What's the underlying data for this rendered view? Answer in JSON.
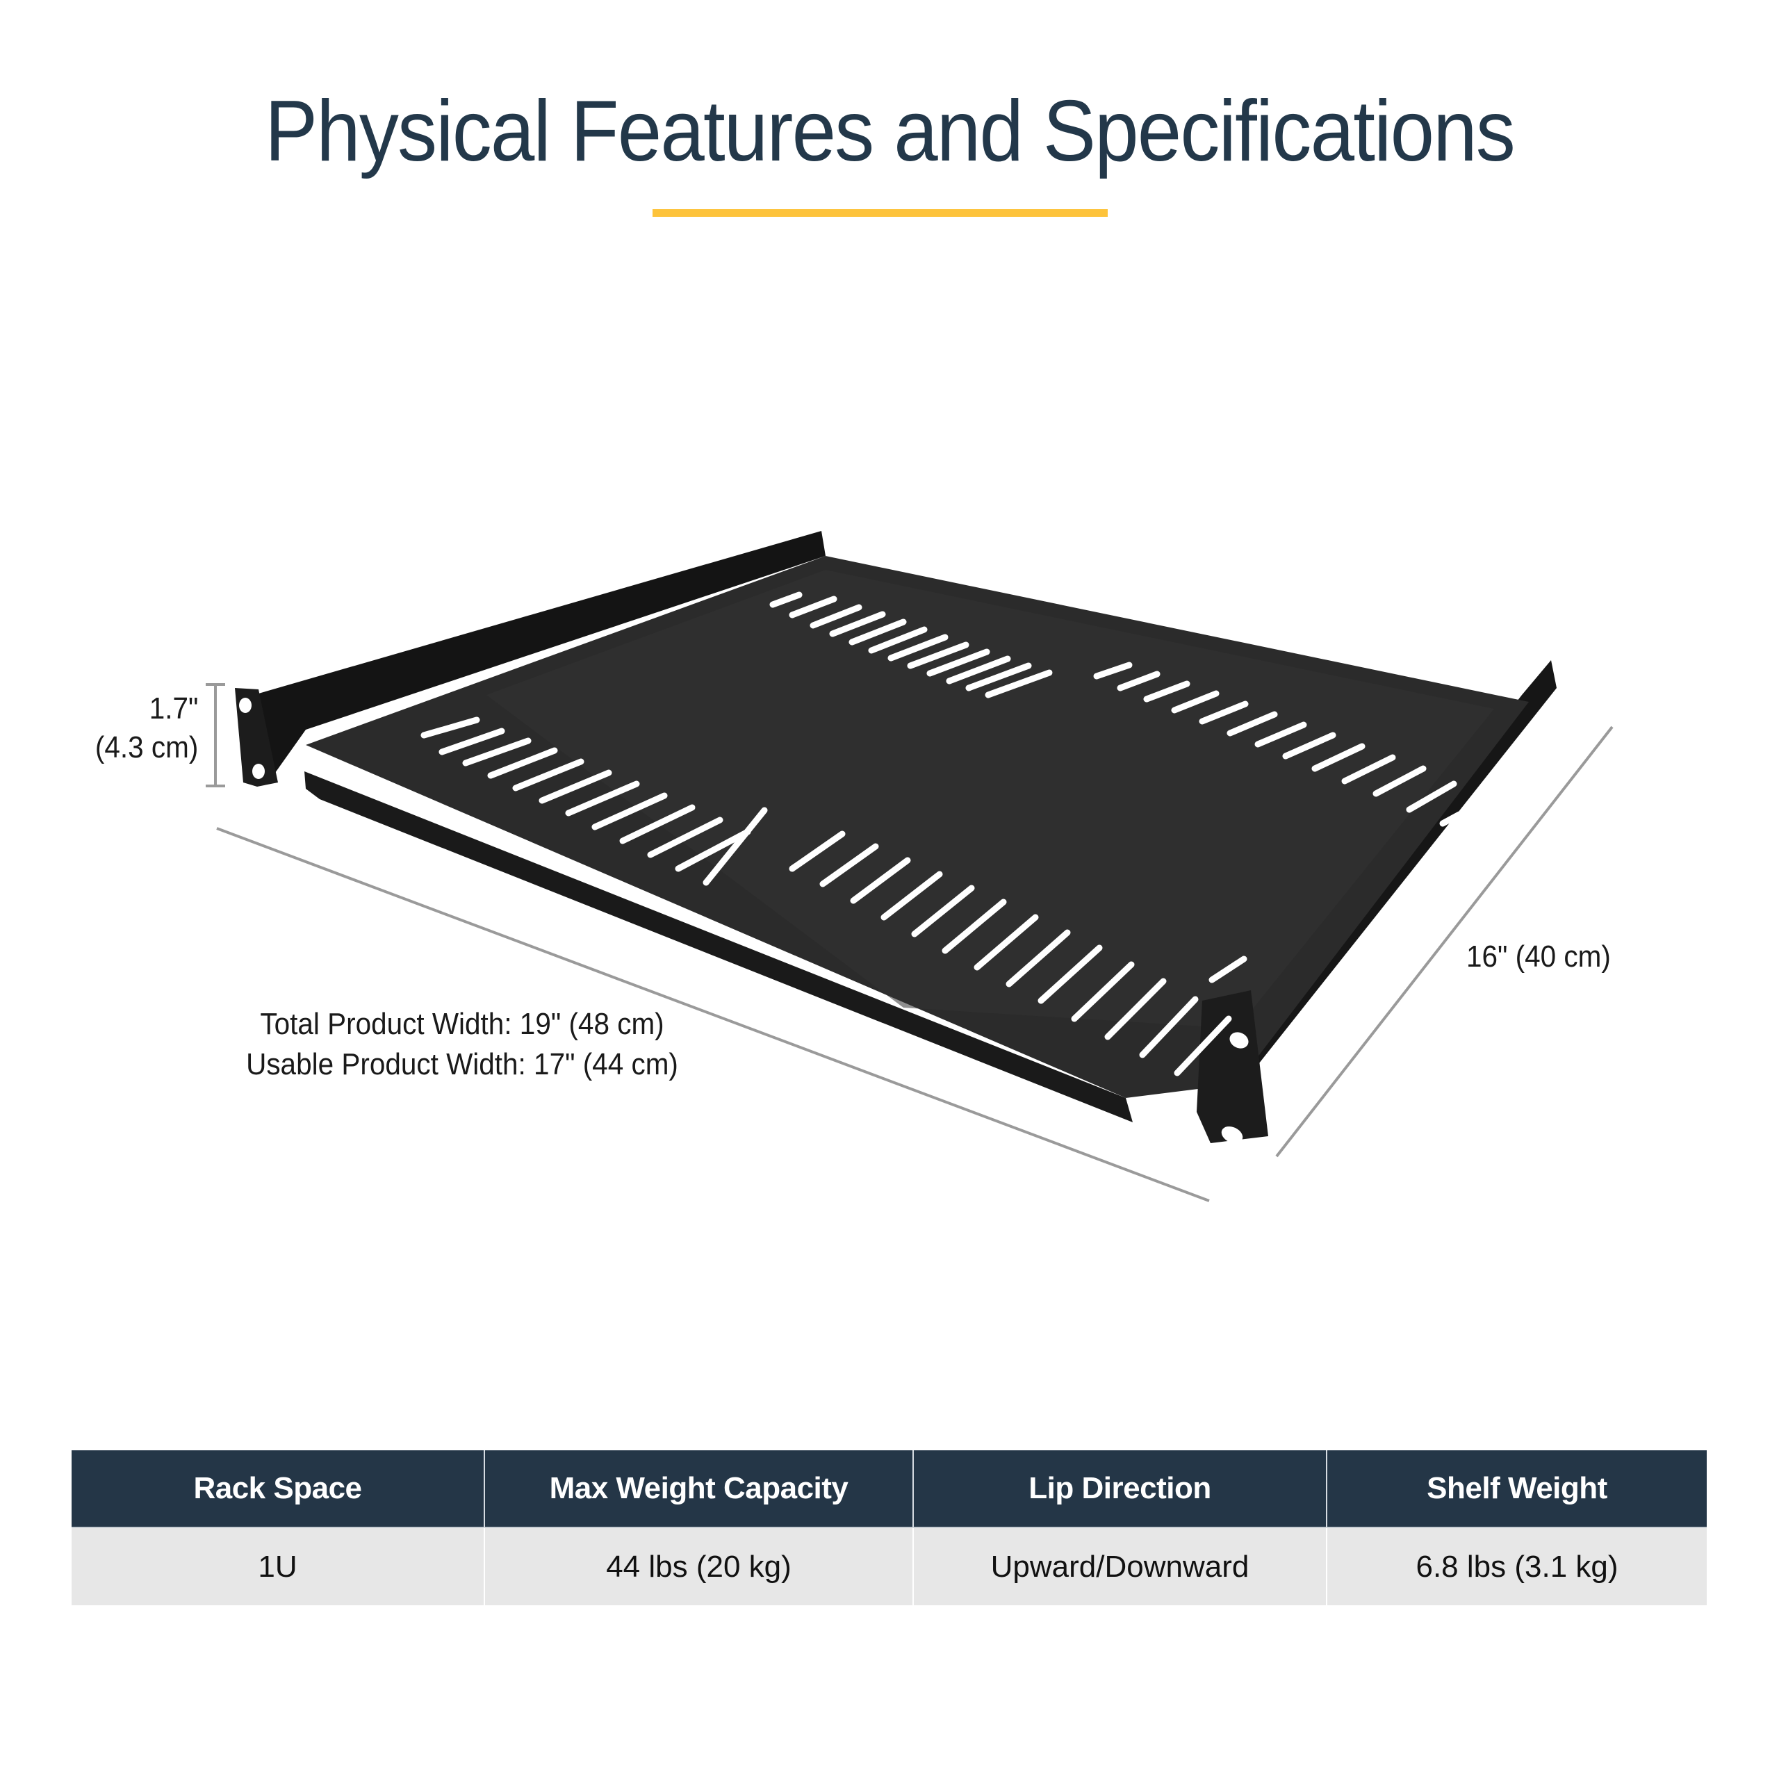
{
  "header": {
    "title": "Physical Features and Specifications",
    "underline_color": "#fdc33b",
    "title_color": "#23384a"
  },
  "product_image": {
    "subject": "1U vented cantilever rack shelf",
    "color": "black"
  },
  "dimensions": {
    "height": {
      "line1": "1.7\"",
      "line2": "(4.3 cm)"
    },
    "width": {
      "total": "Total Product Width: 19\" (48 cm)",
      "usable": "Usable Product Width: 17\" (44 cm)"
    },
    "depth": {
      "label": "16\" (40 cm)"
    }
  },
  "spec_table": {
    "header_bg": "#243647",
    "row_bg": "#e7e7e7",
    "columns": [
      "Rack Space",
      "Max Weight Capacity",
      "Lip Direction",
      "Shelf Weight"
    ],
    "rows": [
      [
        "1U",
        "44 lbs (20 kg)",
        "Upward/Downward",
        "6.8 lbs (3.1 kg)"
      ]
    ]
  }
}
